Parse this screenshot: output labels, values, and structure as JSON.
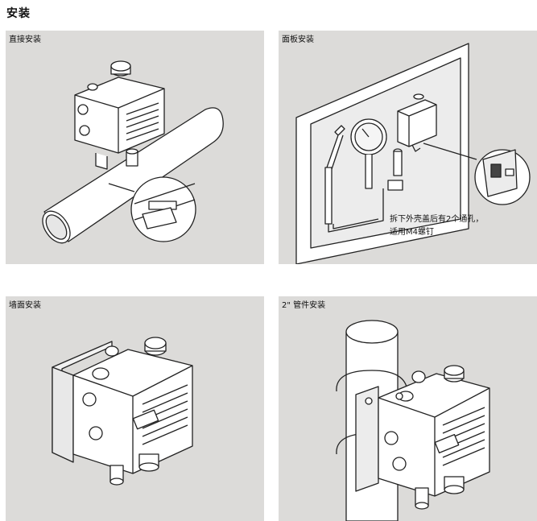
{
  "page_title": "安装",
  "panels": [
    {
      "label": "直接安装"
    },
    {
      "label": "面板安装",
      "note_line1": "拆下外壳盖后有2个通孔，",
      "note_line2": "适用M4螺钉"
    },
    {
      "label": "墙面安装"
    },
    {
      "label": "2\" 管件安装"
    }
  ],
  "colors": {
    "panel_bg": "#dcdbd9",
    "line": "#222222",
    "device_fill": "#ffffff"
  }
}
